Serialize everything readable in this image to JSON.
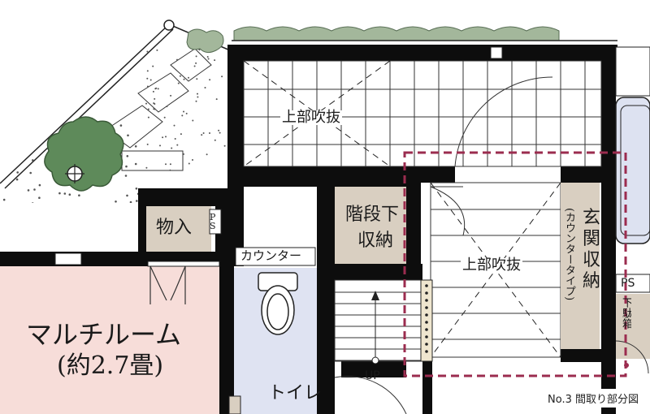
{
  "labels": {
    "void_upper": "上部吹抜",
    "void_center": "上部吹抜",
    "storage": "物入",
    "ps_left": "PS",
    "ps_right": "PS",
    "understair_line1": "階段下",
    "understair_line2": "収納",
    "counter": "カウンター",
    "toilet": "トイレ",
    "multiroom_line1": "マルチルーム",
    "multiroom_line2": "(約2.7畳)",
    "entrance_line1": "玄",
    "entrance_line2": "関",
    "entrance_line3": "収",
    "entrance_line4": "納",
    "entrance_sub": "(カウンタータイプ)",
    "up": "UP",
    "shoe_storage_partial": "下駄箱"
  },
  "caption": "No.3 間取り部分図",
  "colors": {
    "wall": "#0d0d0d",
    "storage_fill": "#d9cfc1",
    "room_fill": "#f7ddd9",
    "toilet_fill": "#dfe3f2",
    "bath_fill": "#dde2f1",
    "tree_fill": "#5e8a5a",
    "shrub_fill": "#a3b79b",
    "highlight": "#9b2c4f"
  }
}
